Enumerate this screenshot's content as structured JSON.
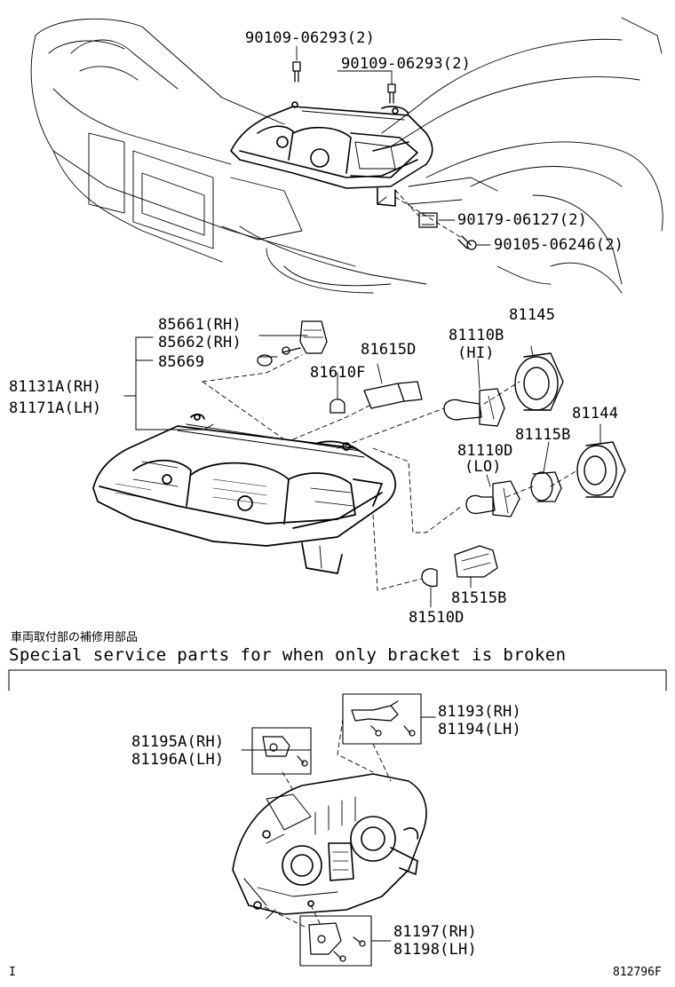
{
  "top_callouts": [
    "90109-06293(2)",
    "90109-06293(2)",
    "90179-06127(2)",
    "90105-06246(2)"
  ],
  "headlamp_callouts": {
    "bracket_rh": "85661(RH)",
    "bracket_rh2": "85662(RH)",
    "ring": "85669",
    "housing_rh": "81131A(RH)",
    "housing_lh": "81171A(LH)",
    "socket": "81615D",
    "bulb_small": "81610F",
    "bulb_hi": "81110B",
    "bulb_hi_sub": "(HI)",
    "cap_hi": "81145",
    "cap_lo": "81144",
    "socket_lo": "81115B",
    "bulb_lo": "81110D",
    "bulb_lo_sub": "(LO)",
    "turn_socket": "81515B",
    "turn_bulb": "81510D"
  },
  "service_note": {
    "japanese": "車両取付部の補修用部品",
    "english": "Special service parts for when only bracket is broken"
  },
  "bracket_callouts": {
    "upper_rh": "81193(RH)",
    "upper_lh": "81194(LH)",
    "side_rh": "81195A(RH)",
    "side_lh": "81196A(LH)",
    "lower_rh": "81197(RH)",
    "lower_lh": "81198(LH)"
  },
  "corner_left": "I",
  "figure_id": "812796F"
}
